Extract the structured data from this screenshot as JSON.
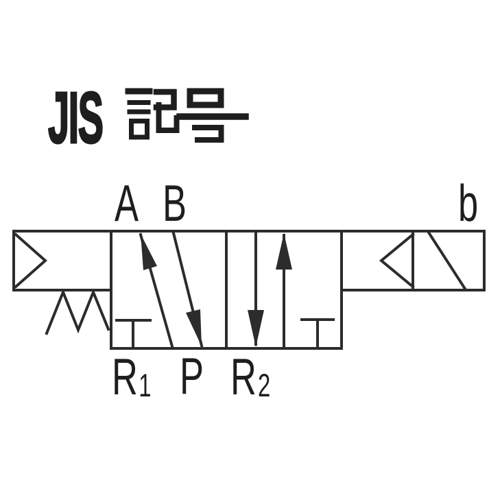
{
  "title": {
    "full": "JIS記号",
    "latin": "JIS",
    "kanji_drawn": "記号"
  },
  "colors": {
    "line": "#2c2c2c",
    "text": "#1e1e1e",
    "background": "#ffffff"
  },
  "valve": {
    "top_ports": [
      {
        "label": "A"
      },
      {
        "label": "B"
      }
    ],
    "right_pilot_label": "b",
    "bottom_ports": [
      {
        "base": "R",
        "sub": "1"
      },
      {
        "base": "P"
      },
      {
        "base": "R",
        "sub": "2"
      }
    ],
    "icons": {
      "left_actuator": "pneumatic-pilot-triangle-icon",
      "left_return": "spring-return-icon",
      "blocked_ports": "tee-closed-port-icon",
      "right_actuator": "pneumatic-pilot-triangle-icon",
      "right_operator": "diagonal-operator-icon"
    }
  }
}
